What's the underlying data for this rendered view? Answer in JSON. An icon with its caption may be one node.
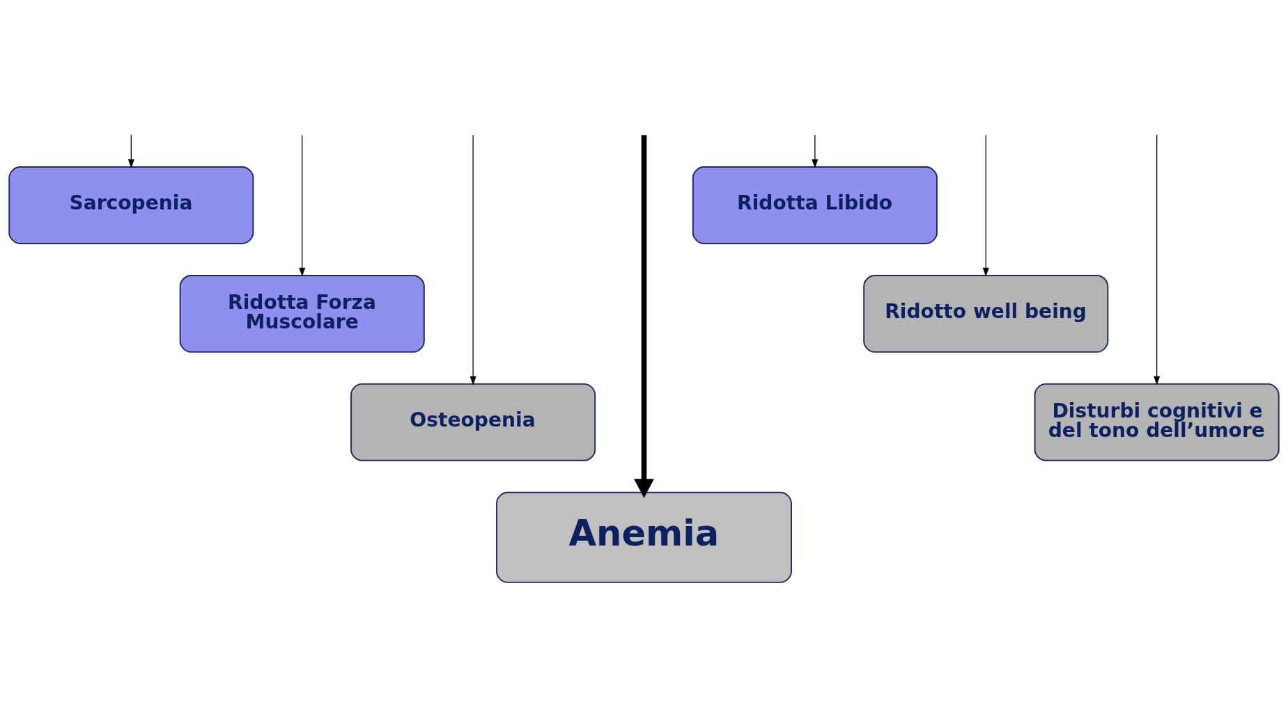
{
  "diagram": {
    "nodes": [
      {
        "text": [
          "Sarcopenia"
        ]
      },
      {
        "text": [
          "Ridotta Forza Muscolare"
        ]
      },
      {
        "text": [
          "Osteopenia"
        ]
      },
      {
        "text": [
          "Anemia"
        ]
      },
      {
        "text": [
          "Ridotta Libido"
        ]
      },
      {
        "text": [
          "Ridotto well being"
        ]
      },
      {
        "text": [
          "Disturbi cognitivi e del tono dell’umore"
        ]
      }
    ],
    "edges": [
      {
        "from": null,
        "to": 0,
        "arrow": "to"
      },
      {
        "from": null,
        "to": 1,
        "arrow": "to"
      },
      {
        "from": null,
        "to": 2,
        "arrow": "to"
      },
      {
        "from": null,
        "to": 3,
        "arrow": "to",
        "style": "thick"
      },
      {
        "from": null,
        "to": 6,
        "arrow": "to"
      },
      {
        "from": null,
        "to": 5,
        "arrow": "to"
      },
      {
        "from": null,
        "to": 4,
        "arrow": "to"
      }
    ]
  }
}
